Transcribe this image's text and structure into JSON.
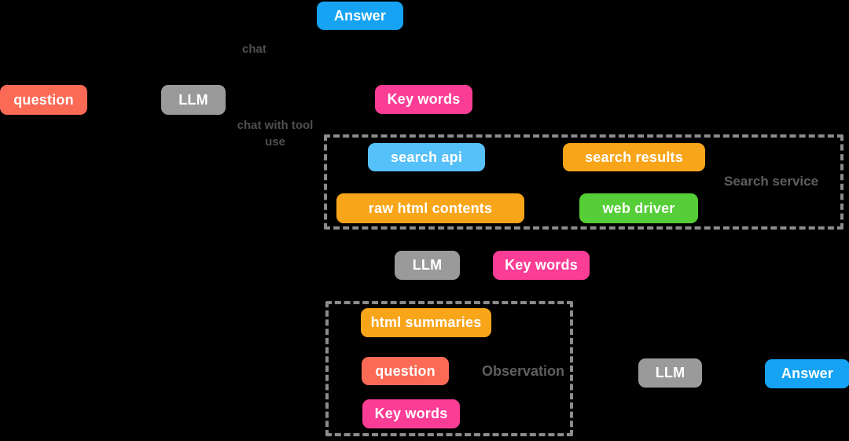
{
  "colors": {
    "background": "#000000",
    "coral": "#FB6A55",
    "gray": "#9A9A9A",
    "blue": "#16A3F3",
    "pink": "#FC3D95",
    "light_blue": "#56C0F8",
    "orange": "#F9A51A",
    "green": "#55CE37",
    "dashed_border": "#8C8C8C",
    "edge_label_text": "#4F4F4F",
    "group_label_text": "#5E5E5E"
  },
  "nodes": {
    "answer_top": "Answer",
    "question_1": "question",
    "llm_1": "LLM",
    "key_words_1": "Key words",
    "search_api": "search api",
    "search_results": "search results",
    "raw_html_contents": "raw html contents",
    "web_driver": "web driver",
    "llm_2": "LLM",
    "key_words_2": "Key words",
    "html_summaries": "html summaries",
    "question_2": "question",
    "key_words_3": "Key words",
    "llm_3": "LLM",
    "answer_bottom": "Answer"
  },
  "edge_labels": {
    "chat": "chat",
    "chat_with_tool_use": "chat with tool\nuse"
  },
  "groups": {
    "search_service": "Search service",
    "observation": "Observation"
  }
}
